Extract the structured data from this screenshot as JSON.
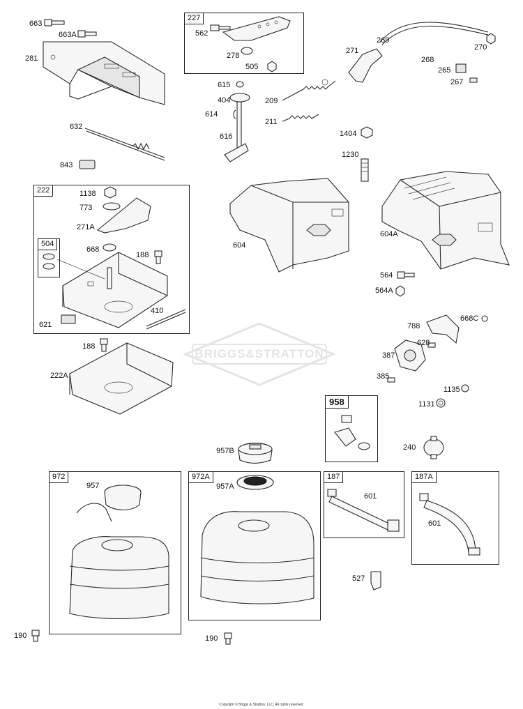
{
  "watermark": "BRIGGS&STRATTON",
  "copyright": "Copyright © Briggs & Stratton, LLC. All rights reserved.",
  "boxes": {
    "b227": "227",
    "b222": "222",
    "b504": "504",
    "b958": "958",
    "b972": "972",
    "b972A": "972A",
    "b187": "187",
    "b187A": "187A"
  },
  "labels": {
    "l663": "663",
    "l663A": "663A",
    "l281": "281",
    "l562": "562",
    "l278": "278",
    "l505": "505",
    "l271": "271",
    "l269": "269",
    "l268": "268",
    "l270": "270",
    "l265": "265",
    "l267": "267",
    "l615": "615",
    "l404": "404",
    "l614": "614",
    "l616": "616",
    "l209": "209",
    "l211": "211",
    "l632": "632",
    "l843": "843",
    "l1404": "1404",
    "l1230": "1230",
    "l1138": "1138",
    "l773": "773",
    "l271A": "271A",
    "l668": "668",
    "l188a": "188",
    "l410": "410",
    "l621": "621",
    "l604": "604",
    "l604A": "604A",
    "l564": "564",
    "l564A": "564A",
    "l188b": "188",
    "l222A": "222A",
    "l788": "788",
    "l668C": "668C",
    "l628": "628",
    "l387": "387",
    "l385": "385",
    "l1135": "1135",
    "l1131": "1131",
    "l957B": "957B",
    "l240": "240",
    "l957": "957",
    "l957A": "957A",
    "l601a": "601",
    "l601b": "601",
    "l527": "527",
    "l190a": "190",
    "l190b": "190"
  }
}
